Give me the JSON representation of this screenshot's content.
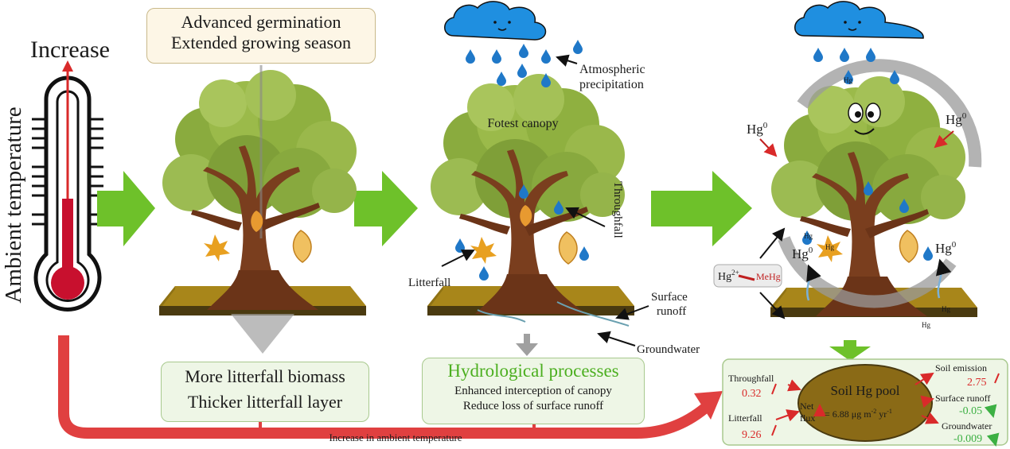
{
  "thermometer": {
    "increase_label": "Increase",
    "axis_label": "Ambient temperature"
  },
  "top_box": {
    "line1": "Advanced germination",
    "line2": "Extended growing season"
  },
  "litter_box": {
    "line1": "More litterfall biomass",
    "line2": "Thicker litterfall layer"
  },
  "hydro_box": {
    "title": "Hydrological processes",
    "line1": "Enhanced interception of canopy",
    "line2": "Reduce loss of surface runoff"
  },
  "labels": {
    "atmospheric": "Atmospheric",
    "precipitation": "precipitation",
    "canopy": "Fotest canopy",
    "throughfall": "Throughfall",
    "litterfall": "Litterfall",
    "surface": "Surface",
    "runoff": "runoff",
    "groundwater": "Groundwater",
    "bottom_arrow": "Increase in ambient temperature"
  },
  "mercury": {
    "hg0": "Hg",
    "hg0_sup": "0",
    "hg": "Hg",
    "hg2": "Hg",
    "hg2_sup": "2+",
    "mehg": "MeHg"
  },
  "soil_pool": {
    "title": "Soil Hg pool",
    "net1": "Net",
    "net2": "flux",
    "net_value": "= 6.88 μg m",
    "unit_sup1": "-2",
    "unit_mid": " yr",
    "unit_sup2": "-1",
    "inputs": [
      {
        "name": "Throughfall",
        "value": "0.32"
      },
      {
        "name": "Litterfall",
        "value": "9.26"
      }
    ],
    "outputs": [
      {
        "name": "Soil emission",
        "value": "2.75"
      },
      {
        "name": "Surface runoff",
        "value": "-0.05"
      },
      {
        "name": "Groundwater",
        "value": "-0.009"
      }
    ]
  },
  "colors": {
    "green_arrow": "#6ec12a",
    "red": "#d92a2a",
    "rain": "#1f78c8",
    "leaf_dark": "#7ea03a",
    "trunk": "#7a3e1e",
    "soil": "#a8861a"
  }
}
